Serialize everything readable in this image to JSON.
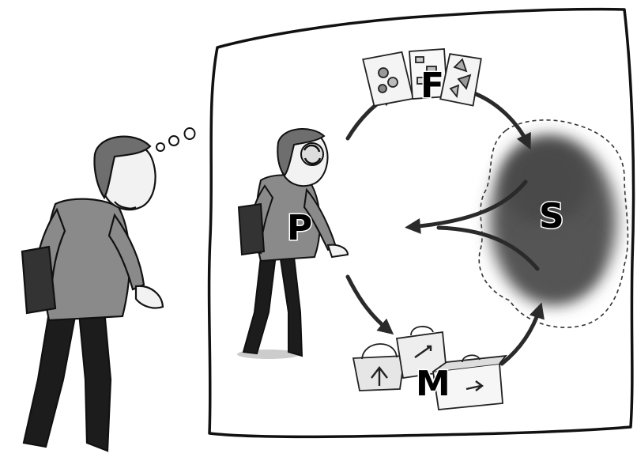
{
  "diagram": {
    "labels": {
      "p": "P",
      "f": "F",
      "s": "S",
      "m": "M"
    },
    "nodes": [
      {
        "id": "P",
        "depicts": "person-thinking"
      },
      {
        "id": "F",
        "depicts": "sketch-papers"
      },
      {
        "id": "S",
        "depicts": "shaded-cloud"
      },
      {
        "id": "M",
        "depicts": "baskets-and-boxes"
      }
    ],
    "edges": [
      {
        "from": "P",
        "to": "F"
      },
      {
        "from": "F",
        "to": "S"
      },
      {
        "from": "S",
        "to": "P"
      },
      {
        "from": "P",
        "to": "M"
      },
      {
        "from": "M",
        "to": "S"
      }
    ],
    "colors": {
      "ink": "#111111",
      "shirt": "#8a8a8a",
      "pants": "#1c1c1c",
      "hair": "#6e6e6e",
      "skin": "#f2f2f2",
      "cloud": "#555555"
    }
  }
}
